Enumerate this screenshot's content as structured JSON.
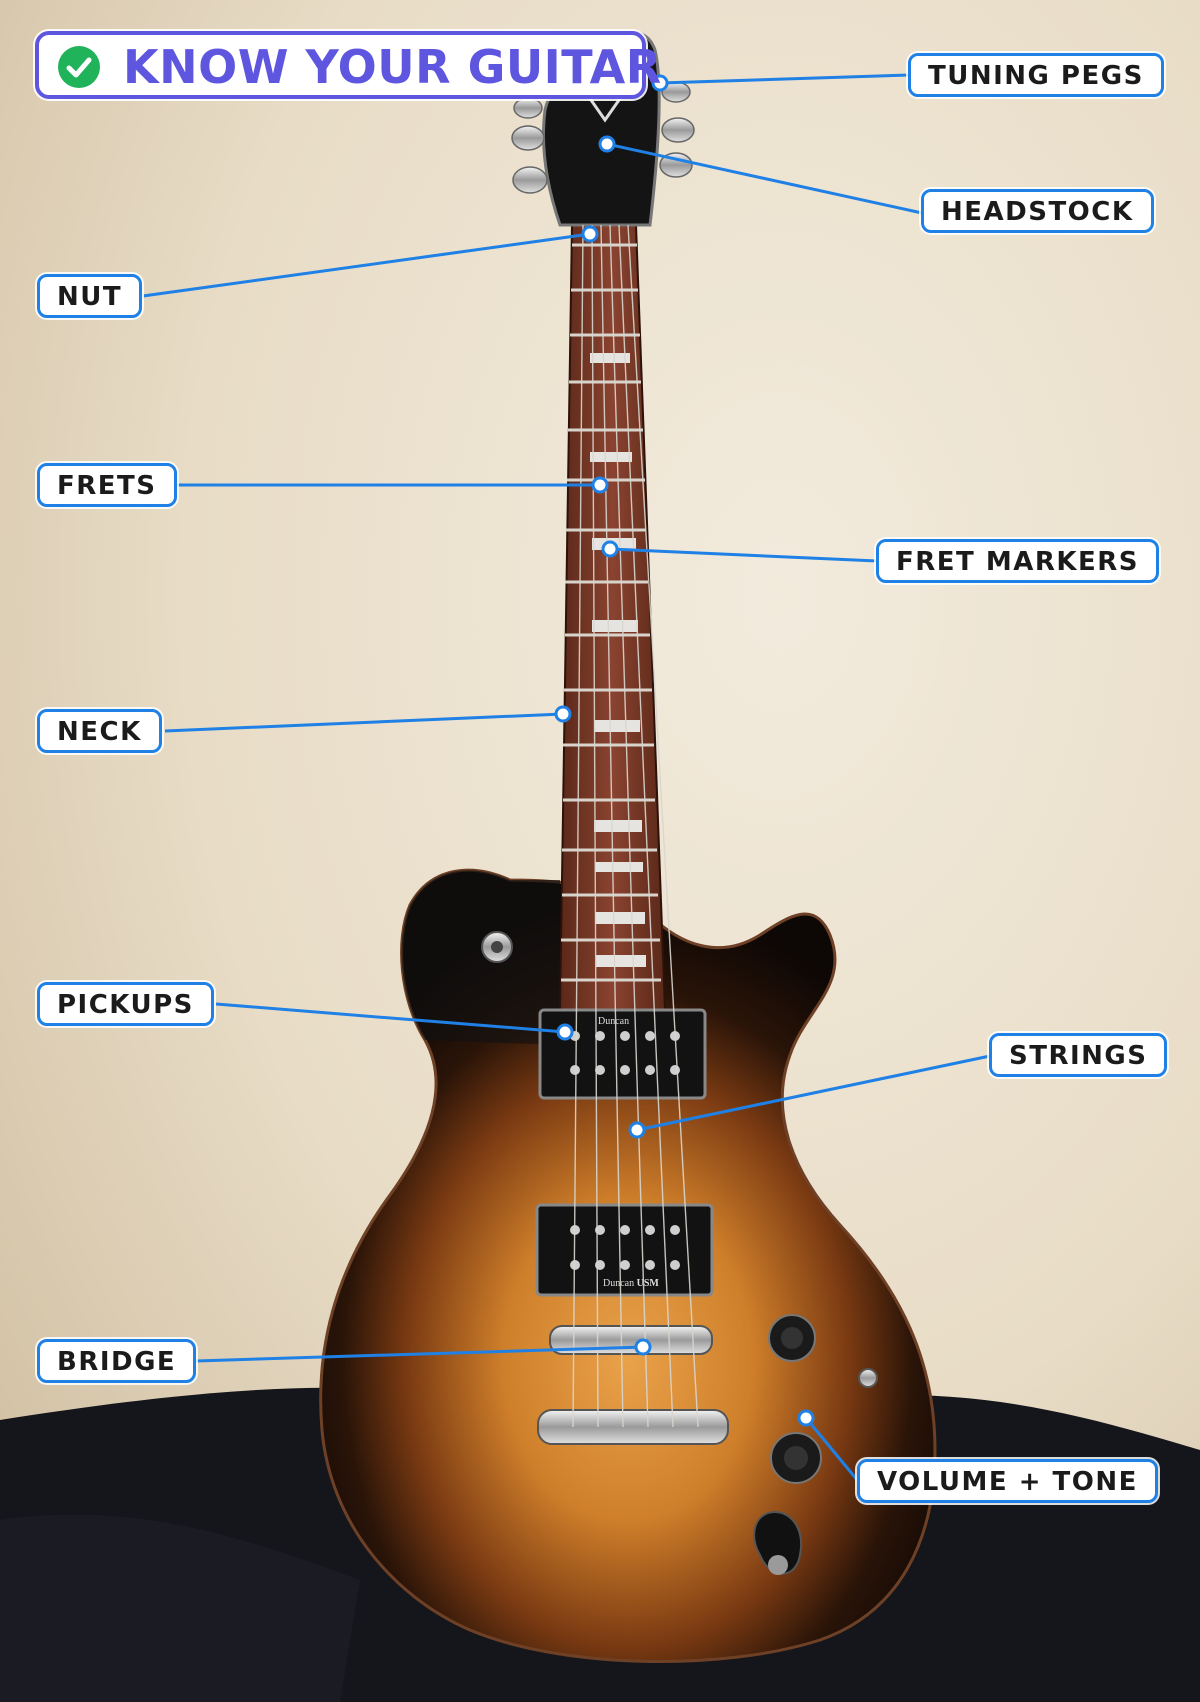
{
  "title": "KNOW YOUR GUITAR",
  "accent_color": "#1f80e6",
  "title_color": "#5f56e0",
  "check_color": "#21b35a",
  "labels": {
    "tuning_pegs": "TUNING PEGS",
    "headstock": "HEADSTOCK",
    "nut": "NUT",
    "frets": "FRETS",
    "fret_markers": "FRET MARKERS",
    "neck": "NECK",
    "pickups": "PICKUPS",
    "strings": "STRINGS",
    "bridge": "BRIDGE",
    "volume_tone": "VOLUME + TONE"
  },
  "pickup_brand": "Duncan",
  "pickup_model": "USM"
}
